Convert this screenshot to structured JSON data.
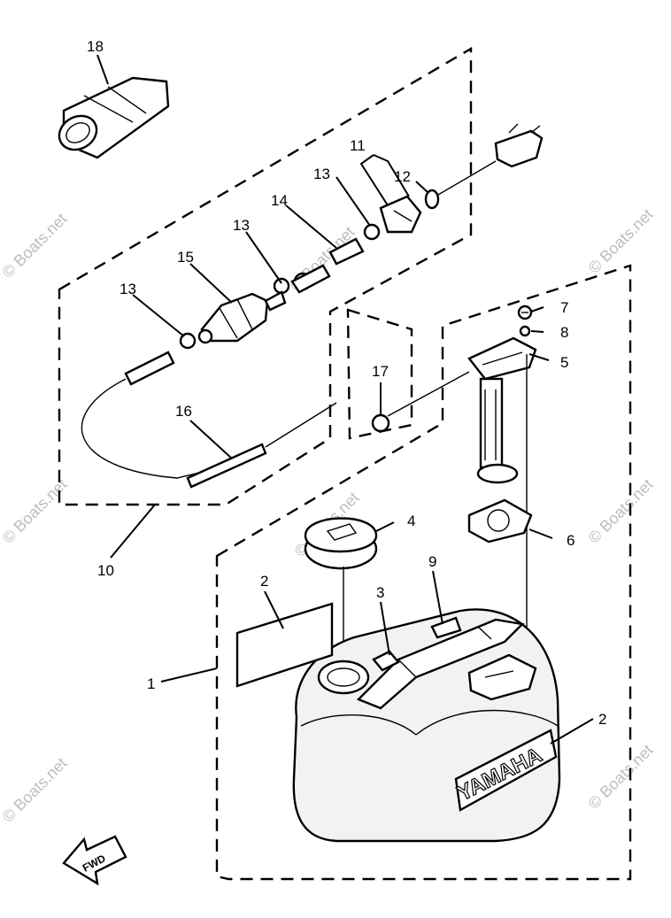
{
  "watermark": "© Boats.net",
  "callouts": {
    "c1": "1",
    "c2a": "2",
    "c2b": "2",
    "c3": "3",
    "c4": "4",
    "c5": "5",
    "c6": "6",
    "c7": "7",
    "c8": "8",
    "c9": "9",
    "c10": "10",
    "c11": "11",
    "c12": "12",
    "c13a": "13",
    "c13b": "13",
    "c13c": "13",
    "c14": "14",
    "c15": "15",
    "c16": "16",
    "c17": "17",
    "c18": "18"
  },
  "brand_label": "YAMAHA",
  "fwd_label": "FWD"
}
